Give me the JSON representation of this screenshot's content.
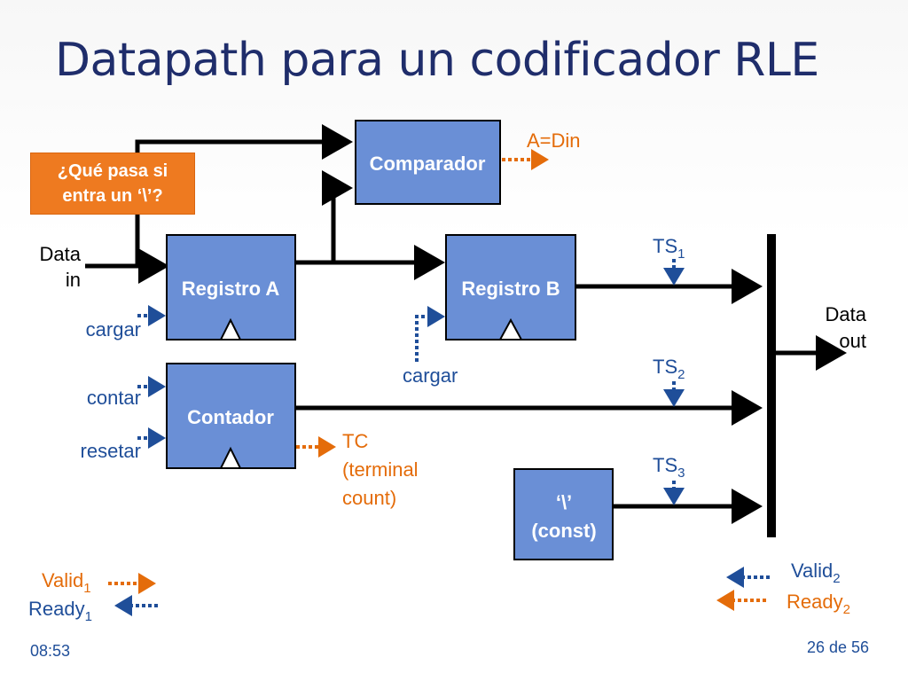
{
  "title": "Datapath para un codificador RLE",
  "note": {
    "line1": "¿Qué pasa si",
    "line2": "entra un ‘\\’?"
  },
  "blocks": {
    "comparador": "Comparador",
    "registro_a": "Registro A",
    "registro_b": "Registro B",
    "contador": "Contador",
    "const_line1": "‘\\’",
    "const_line2": "(const)"
  },
  "labels": {
    "data_in_1": "Data",
    "data_in_2": "in",
    "data_out_1": "Data",
    "data_out_2": "out",
    "cargar_a": "cargar",
    "cargar_b": "cargar",
    "contar": "contar",
    "resetar": "resetar",
    "a_din": "A=Din",
    "tc_1": "TC",
    "tc_2": "(terminal",
    "tc_3": "count)",
    "ts": "TS",
    "ts1_sub": "1",
    "ts2_sub": "2",
    "ts3_sub": "3",
    "valid": "Valid",
    "ready": "Ready",
    "valid1_sub": "1",
    "ready1_sub": "1",
    "valid2_sub": "2",
    "ready2_sub": "2"
  },
  "footer": {
    "time": "08:53",
    "page": "26 de 56"
  },
  "colors": {
    "block_fill": "#6a8fd6",
    "blue": "#1f4e99",
    "orange": "#e46c0a",
    "title": "#1f2d6b"
  }
}
